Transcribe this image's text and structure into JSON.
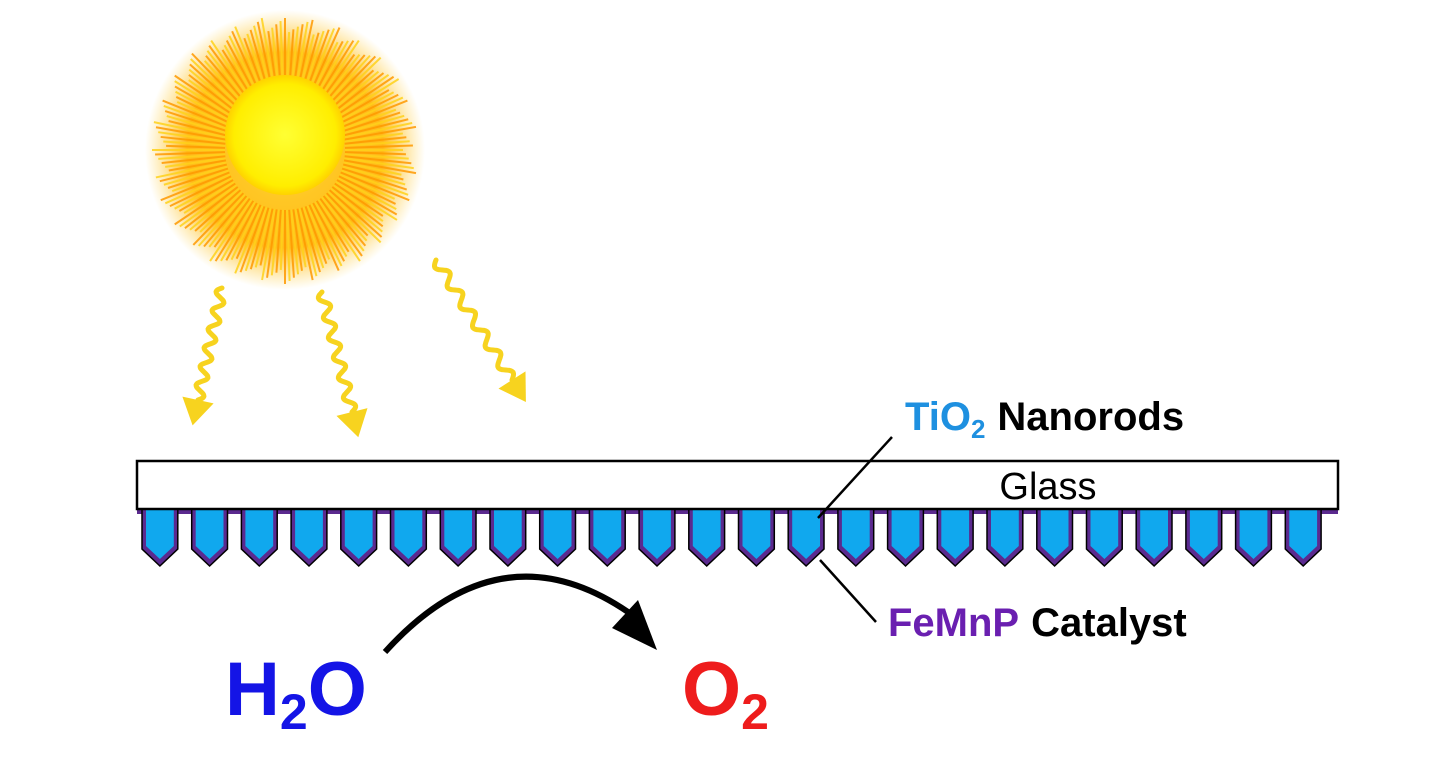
{
  "glass": {
    "label": "Glass",
    "fill": "#ffffff",
    "stroke": "#000000"
  },
  "nanorods": {
    "formula_main": "TiO",
    "formula_sub": "2",
    "formula_color": "#1e90e0",
    "name": "Nanorods",
    "fill": "#10a8ee",
    "count": 24
  },
  "catalyst": {
    "name": "FeMnP",
    "name_color": "#6a1fb0",
    "suffix": "Catalyst",
    "coat_color": "#5b2a8f"
  },
  "reactant": {
    "main": "H",
    "sub": "2",
    "tail": "O",
    "color": "#1414e6"
  },
  "product": {
    "main": "O",
    "sub": "2",
    "color": "#ee1c1c"
  },
  "sun": {
    "core": "#ffff00",
    "ray": "#ff9900",
    "glow": "#ffd11a"
  },
  "light_rays": {
    "color": "#f7d31f",
    "count": 3
  },
  "text_color": "#000000"
}
